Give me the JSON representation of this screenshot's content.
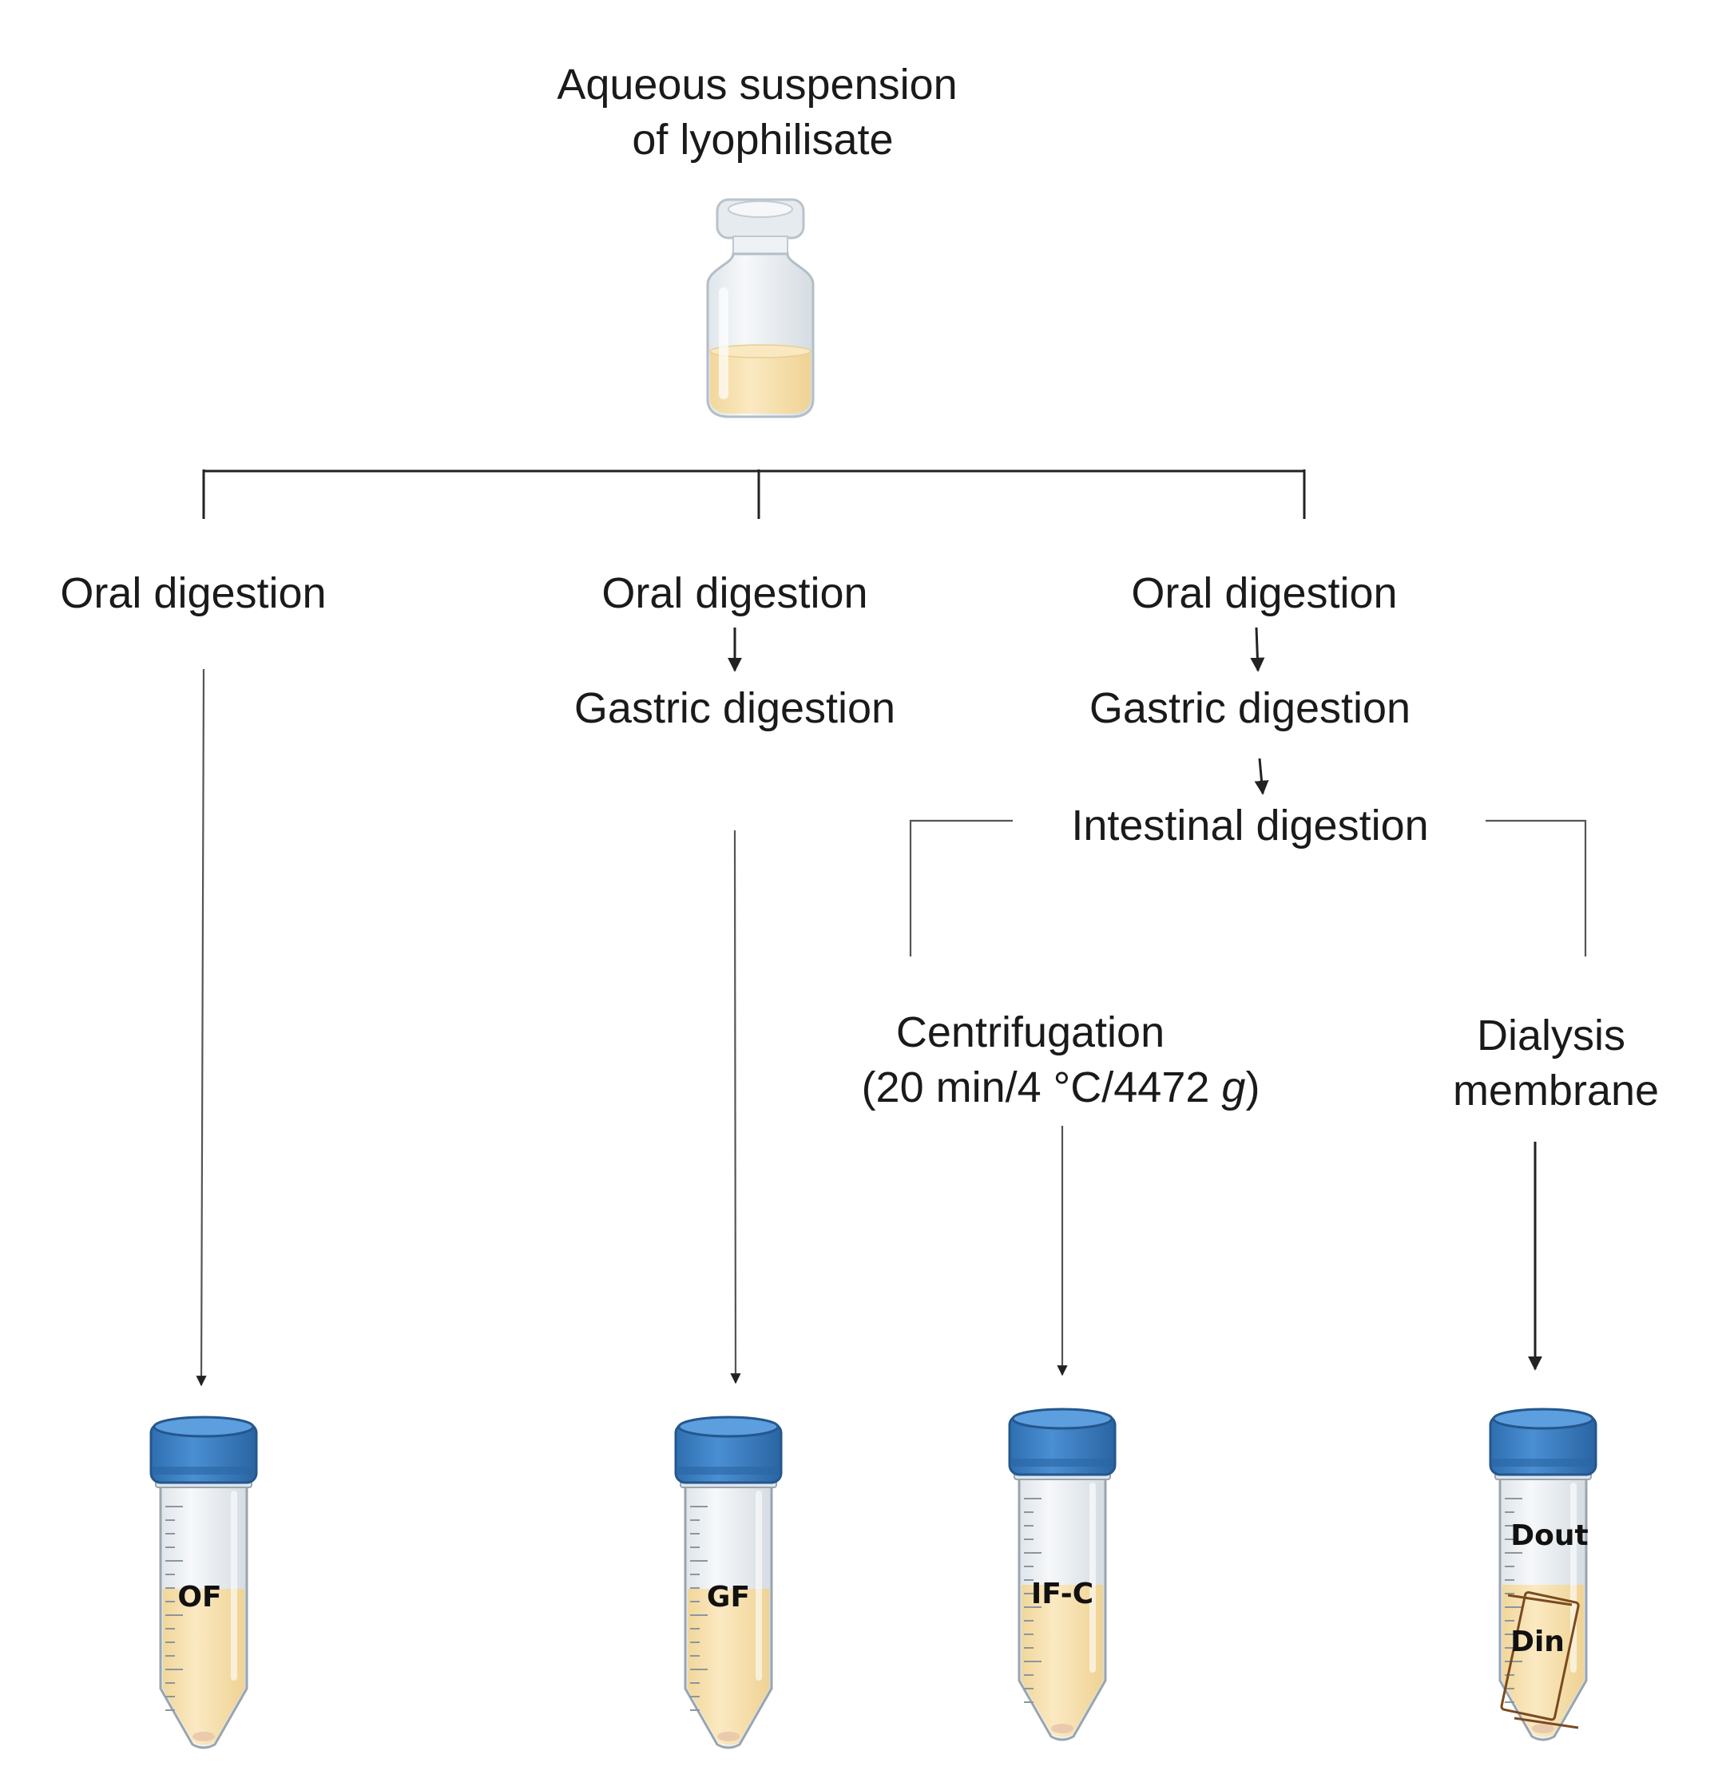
{
  "source": {
    "title_line1": "Aqueous suspension",
    "title_line2": "of lyophilisate"
  },
  "branches": {
    "b1": {
      "step1": "Oral digestion"
    },
    "b2": {
      "step1": "Oral digestion",
      "step2": "Gastric digestion"
    },
    "b3": {
      "step1": "Oral digestion",
      "step2": "Gastric digestion",
      "step3": "Intestinal digestion",
      "centrifugation_line1": "Centrifugation",
      "centrifugation_line2_prefix": "(20 min/4 °C/4472 ",
      "centrifugation_line2_unit": "g",
      "centrifugation_line2_suffix": ")",
      "dialysis_line1": "Dialysis",
      "dialysis_line2": "membrane"
    }
  },
  "tubes": {
    "of": "OF",
    "gf": "GF",
    "ifc": "IF-C",
    "dout": "Dout",
    "din": "Din"
  },
  "colors": {
    "cap": "#3b7fc4",
    "cap_dark": "#2a65a3",
    "liquid": "#f7e2b0",
    "tube_glass": "#eef1f4"
  }
}
